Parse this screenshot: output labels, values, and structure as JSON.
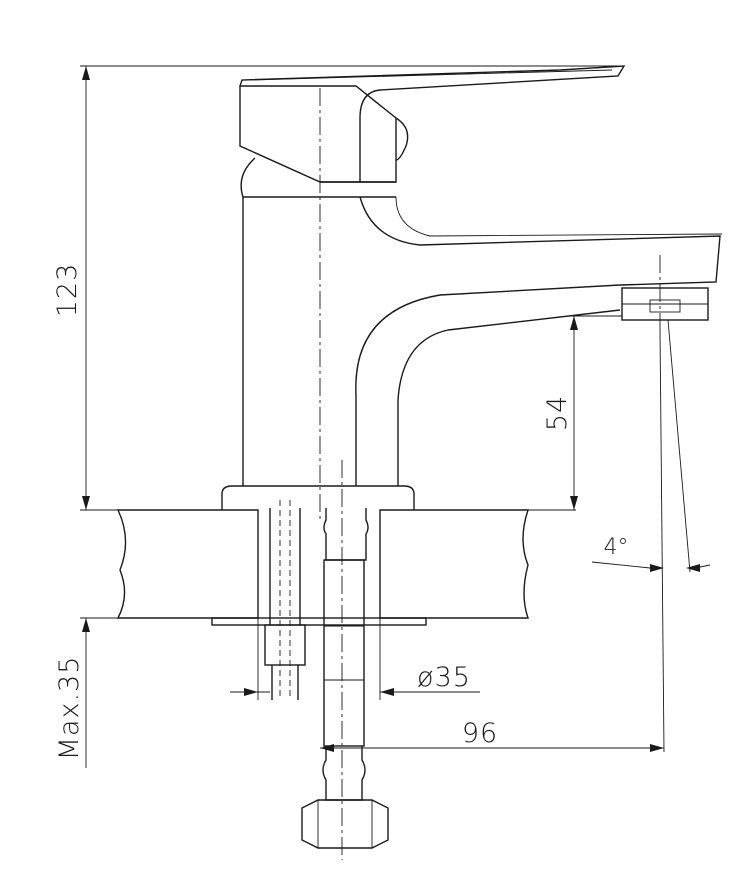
{
  "dimensions": {
    "total_height": "123",
    "spout_height": "54",
    "max_thickness": "Max.35",
    "hole_diameter": "ø35",
    "spout_reach": "96",
    "spout_angle": "4°"
  }
}
